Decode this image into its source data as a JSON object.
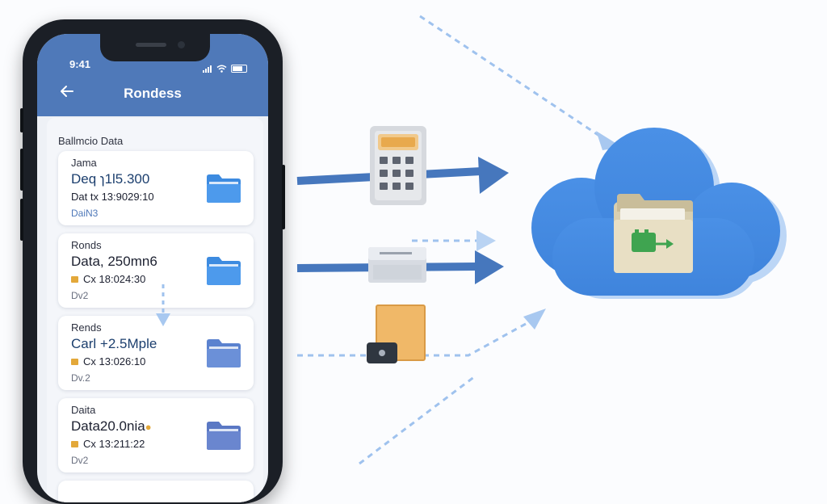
{
  "status_bar": {
    "time": "9:41"
  },
  "header": {
    "title": "Rondess",
    "back_icon": "arrow-left-icon"
  },
  "section": {
    "title": "Ballmcio Data"
  },
  "cards": [
    {
      "line1": "Jama",
      "line2": "Deq ɿ1l5.300",
      "line3": "Dat tx 13:9029:10",
      "line4": "DaiN3",
      "icon": "folder-icon"
    },
    {
      "line1": "Ronds",
      "line2": "Data, 250mn6",
      "line3": "Cx 18:024:30",
      "line4": "Dv2",
      "icon": "folder-icon"
    },
    {
      "line1": "Rends",
      "line2": "Carl +2.5Mple",
      "line3": "Cx 13:026:10",
      "line4": "Dv.2",
      "icon": "folder-icon"
    },
    {
      "line1": "Daita",
      "line2": "Data20.0nia",
      "line3": "Cx 13:211:22",
      "line4": "Dv2",
      "icon": "folder-icon"
    }
  ],
  "illustration": {
    "icons": [
      "calculator-icon",
      "server-icon",
      "package-icon",
      "cloud-icon",
      "cloud-folder-icon"
    ],
    "colors": {
      "arrow": "#4677bd",
      "dashed": "#a8c8f0",
      "cloud": "#4b8fe2",
      "appbar": "#4f79b9"
    }
  }
}
